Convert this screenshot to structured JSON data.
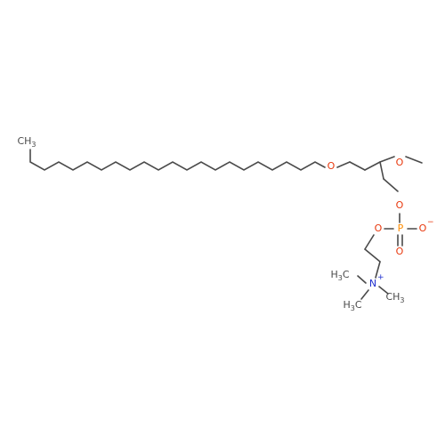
{
  "colors": {
    "carbon": "#4a4a4a",
    "oxygen": "#e8380d",
    "phosphorus": "#ff8c00",
    "nitrogen": "#1f2fcf",
    "background": "#ffffff"
  },
  "labels": {
    "ch3_top": "CH",
    "ch3_top_sub": "3",
    "o_ether": "O",
    "o_methoxy": "O",
    "o_phosphate_upper": "O",
    "p": "P",
    "o_minus": "O",
    "o_minus_charge": "−",
    "o_double": "O",
    "o_phosphate_lower": "O",
    "n": "N",
    "n_charge": "+",
    "nme_left": "H",
    "nme_left_sub": "3",
    "nme_left_c": "C",
    "nme_right": "CH",
    "nme_right_sub": "3",
    "nme_bottom": "H",
    "nme_bottom_sub": "3",
    "nme_bottom_c": "C"
  }
}
